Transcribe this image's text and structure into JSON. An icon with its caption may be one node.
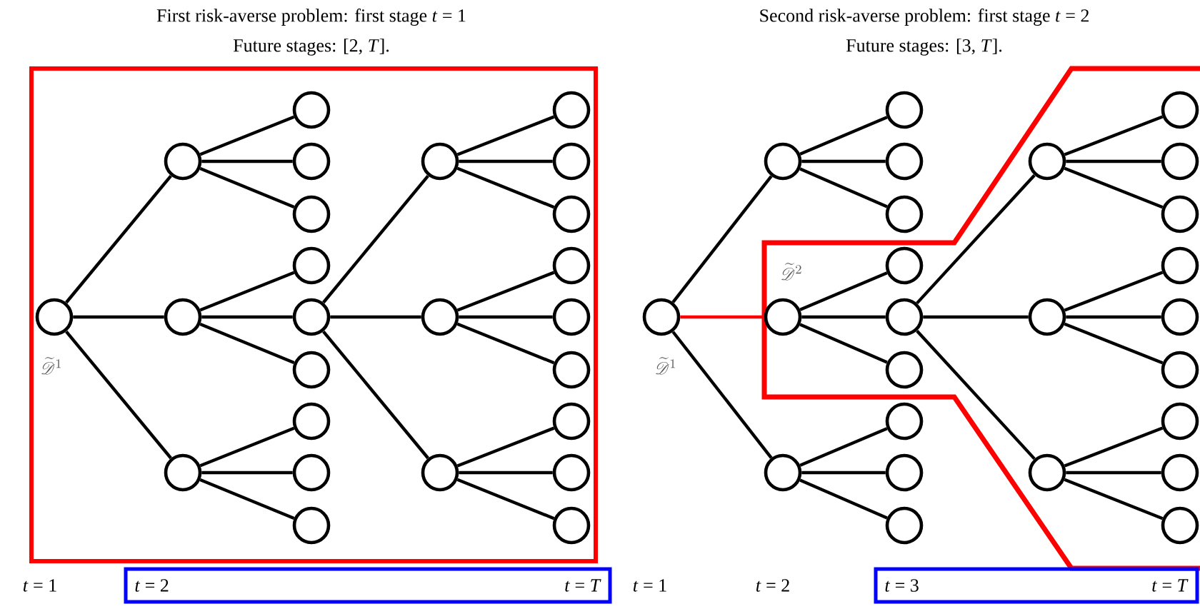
{
  "diagram": {
    "nodes": [
      {
        "text": [],
        "shape": "circle",
        "beside": [
          "\\widetilde{\\mathscr{D}}^1"
        ]
      },
      {
        "text": [],
        "shape": "circle"
      },
      {
        "text": [],
        "shape": "circle"
      },
      {
        "text": [],
        "shape": "circle"
      },
      {
        "text": [],
        "shape": "circle"
      },
      {
        "text": [],
        "shape": "circle"
      },
      {
        "text": [],
        "shape": "circle"
      },
      {
        "text": [],
        "shape": "circle"
      },
      {
        "text": [],
        "shape": "circle"
      },
      {
        "text": [],
        "shape": "circle"
      },
      {
        "text": [],
        "shape": "circle"
      },
      {
        "text": [],
        "shape": "circle"
      },
      {
        "text": [],
        "shape": "circle"
      },
      {
        "text": [],
        "shape": "circle"
      },
      {
        "text": [],
        "shape": "circle"
      },
      {
        "text": [],
        "shape": "circle"
      },
      {
        "text": [],
        "shape": "circle"
      },
      {
        "text": [],
        "shape": "circle"
      },
      {
        "text": [],
        "shape": "circle"
      },
      {
        "text": [],
        "shape": "circle"
      },
      {
        "text": [],
        "shape": "circle"
      },
      {
        "text": [],
        "shape": "circle"
      },
      {
        "text": [],
        "shape": "circle"
      },
      {
        "text": [],
        "shape": "circle"
      },
      {
        "text": [],
        "shape": "circle"
      },
      {
        "text": [],
        "shape": "circle",
        "beside": [
          "\\widetilde{\\mathscr{D}}^1"
        ]
      },
      {
        "text": [],
        "shape": "circle"
      },
      {
        "text": [],
        "shape": "circle",
        "beside": [
          "\\widetilde{\\mathscr{D}}^2"
        ]
      },
      {
        "text": [],
        "shape": "circle"
      },
      {
        "text": [],
        "shape": "circle"
      },
      {
        "text": [],
        "shape": "circle"
      },
      {
        "text": [],
        "shape": "circle"
      },
      {
        "text": [],
        "shape": "circle"
      },
      {
        "text": [],
        "shape": "circle"
      },
      {
        "text": [],
        "shape": "circle"
      },
      {
        "text": [],
        "shape": "circle"
      },
      {
        "text": [],
        "shape": "circle"
      },
      {
        "text": [],
        "shape": "circle"
      },
      {
        "text": [],
        "shape": "circle"
      },
      {
        "text": [],
        "shape": "circle"
      },
      {
        "text": [],
        "shape": "circle"
      },
      {
        "text": [],
        "shape": "circle"
      },
      {
        "text": [],
        "shape": "circle"
      },
      {
        "text": [],
        "shape": "circle"
      },
      {
        "text": [],
        "shape": "circle"
      },
      {
        "text": [],
        "shape": "circle"
      },
      {
        "text": [],
        "shape": "circle"
      },
      {
        "text": [],
        "shape": "circle"
      },
      {
        "text": [],
        "shape": "circle"
      },
      {
        "text": [],
        "shape": "circle"
      },
      {
        "text": [
          "*t* = 2",
          "*t* = *T*"
        ]
      },
      {
        "text": [
          "*t* = 3",
          "*t* = *T*"
        ]
      }
    ],
    "edges": [
      {
        "from": 0,
        "to": 1,
        "arrow": "none"
      },
      {
        "from": 0,
        "to": 2,
        "arrow": "none"
      },
      {
        "from": 0,
        "to": 3,
        "arrow": "none"
      },
      {
        "from": 1,
        "to": 4,
        "arrow": "none"
      },
      {
        "from": 1,
        "to": 5,
        "arrow": "none"
      },
      {
        "from": 1,
        "to": 6,
        "arrow": "none"
      },
      {
        "from": 2,
        "to": 7,
        "arrow": "none"
      },
      {
        "from": 2,
        "to": 8,
        "arrow": "none"
      },
      {
        "from": 2,
        "to": 9,
        "arrow": "none"
      },
      {
        "from": 3,
        "to": 10,
        "arrow": "none"
      },
      {
        "from": 3,
        "to": 11,
        "arrow": "none"
      },
      {
        "from": 3,
        "to": 12,
        "arrow": "none"
      },
      {
        "from": 8,
        "to": 13,
        "arrow": "none"
      },
      {
        "from": 8,
        "to": 14,
        "arrow": "none"
      },
      {
        "from": 8,
        "to": 15,
        "arrow": "none"
      },
      {
        "from": 13,
        "to": 16,
        "arrow": "none"
      },
      {
        "from": 13,
        "to": 17,
        "arrow": "none"
      },
      {
        "from": 13,
        "to": 18,
        "arrow": "none"
      },
      {
        "from": 14,
        "to": 19,
        "arrow": "none"
      },
      {
        "from": 14,
        "to": 20,
        "arrow": "none"
      },
      {
        "from": 14,
        "to": 21,
        "arrow": "none"
      },
      {
        "from": 15,
        "to": 22,
        "arrow": "none"
      },
      {
        "from": 15,
        "to": 23,
        "arrow": "none"
      },
      {
        "from": 15,
        "to": 24,
        "arrow": "none"
      },
      {
        "from": 25,
        "to": 26,
        "arrow": "none"
      },
      {
        "from": 25,
        "to": 27,
        "arrow": "none",
        "color": "#ff0000"
      },
      {
        "from": 25,
        "to": 28,
        "arrow": "none"
      },
      {
        "from": 26,
        "to": 29,
        "arrow": "none"
      },
      {
        "from": 26,
        "to": 30,
        "arrow": "none"
      },
      {
        "from": 26,
        "to": 31,
        "arrow": "none"
      },
      {
        "from": 27,
        "to": 32,
        "arrow": "none"
      },
      {
        "from": 27,
        "to": 33,
        "arrow": "none"
      },
      {
        "from": 27,
        "to": 34,
        "arrow": "none"
      },
      {
        "from": 28,
        "to": 35,
        "arrow": "none"
      },
      {
        "from": 28,
        "to": 36,
        "arrow": "none"
      },
      {
        "from": 28,
        "to": 37,
        "arrow": "none"
      },
      {
        "from": 33,
        "to": 38,
        "arrow": "none"
      },
      {
        "from": 33,
        "to": 39,
        "arrow": "none"
      },
      {
        "from": 33,
        "to": 40,
        "arrow": "none"
      },
      {
        "from": 38,
        "to": 41,
        "arrow": "none"
      },
      {
        "from": 38,
        "to": 42,
        "arrow": "none"
      },
      {
        "from": 38,
        "to": 43,
        "arrow": "none"
      },
      {
        "from": 39,
        "to": 44,
        "arrow": "none"
      },
      {
        "from": 39,
        "to": 45,
        "arrow": "none"
      },
      {
        "from": 39,
        "to": 46,
        "arrow": "none"
      },
      {
        "from": 40,
        "to": 47,
        "arrow": "none"
      },
      {
        "from": 40,
        "to": 48,
        "arrow": "none"
      },
      {
        "from": 40,
        "to": 49,
        "arrow": "none"
      }
    ],
    "labels": [
      "First risk-averse problem: first stage *t* = 1",
      "Future stages: [2, *T*].",
      "Second risk-averse problem: first stage *t* = 2",
      "Future stages: [3, *T*].",
      "*t* = 1",
      "*t* = 1",
      "*t* = 2"
    ]
  }
}
